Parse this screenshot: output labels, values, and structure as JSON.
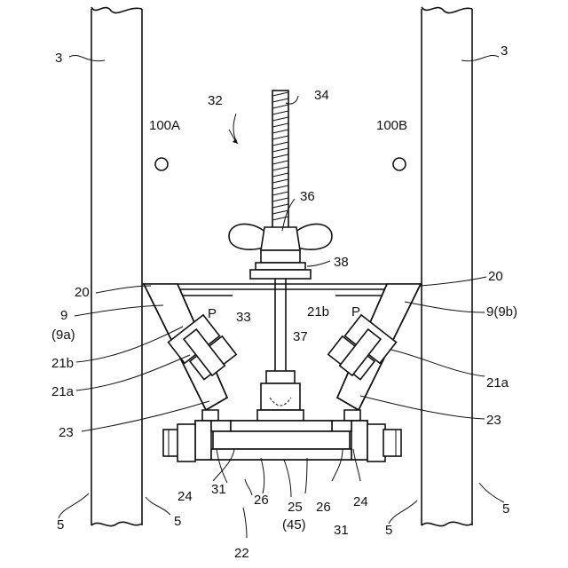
{
  "figure": {
    "labels": {
      "post_left": "3",
      "post_right": "3",
      "assembly": "32",
      "screw": "34",
      "hole_a": "100A",
      "hole_b": "100B",
      "wing_nut": "36",
      "washer": "38",
      "plate_left": "20",
      "plate_right": "20",
      "clamp_left": "9",
      "clamp_left_sub": "(9a)",
      "clamp_right": "9(9b)",
      "bar": "33",
      "force_left": "P",
      "force_right": "P",
      "jaw_b_right": "21b",
      "rod": "37",
      "jaw_b_left": "21b",
      "jaw_a_left": "21a",
      "jaw_a_right": "21a",
      "tip_left": "23",
      "tip_right": "23",
      "nut_left": "24",
      "nut_right": "24",
      "pin_left": "31",
      "pin_right": "31",
      "sleeve_left": "26",
      "sleeve_right": "26",
      "base": "25",
      "base_sub": "(45)",
      "unit": "22",
      "post_edge_ll": "5",
      "post_edge_lr": "5",
      "post_edge_rl": "5",
      "post_edge_rr": "5"
    }
  }
}
